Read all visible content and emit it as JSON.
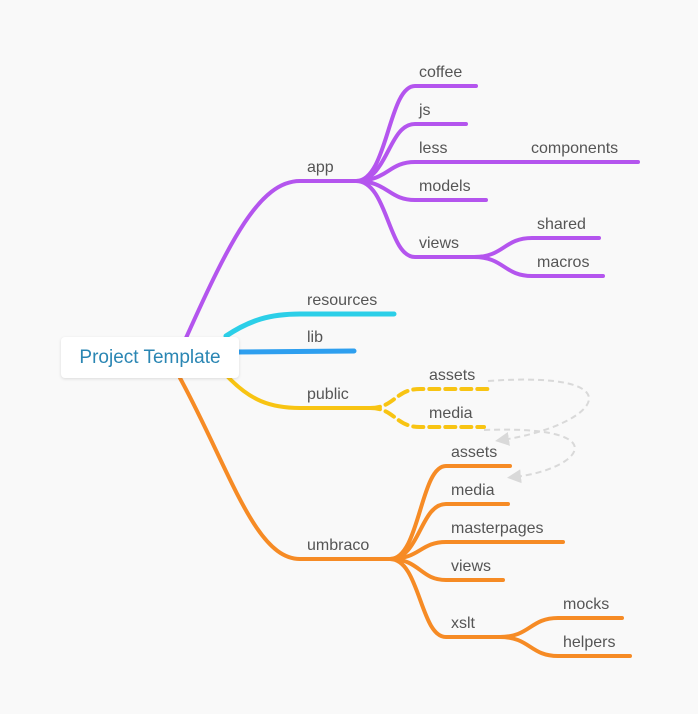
{
  "colors": {
    "app": "#b455ee",
    "resources": "#2ccfe8",
    "lib": "#2e9fef",
    "public": "#f8c413",
    "umbraco": "#f68b25",
    "arrow": "#d9d9d9",
    "text": "#555555",
    "root_text": "#2a86b3"
  },
  "root": {
    "label": "Project Template"
  },
  "app": {
    "label": "app",
    "children": {
      "coffee": "coffee",
      "js": "js",
      "less": "less",
      "components": "components",
      "models": "models",
      "views": "views",
      "shared": "shared",
      "macros": "macros"
    }
  },
  "resources": {
    "label": "resources"
  },
  "lib": {
    "label": "lib"
  },
  "public": {
    "label": "public",
    "children": {
      "assets": "assets",
      "media": "media"
    }
  },
  "umbraco": {
    "label": "umbraco",
    "children": {
      "assets": "assets",
      "media": "media",
      "masterpages": "masterpages",
      "views": "views",
      "xslt": "xslt",
      "mocks": "mocks",
      "helpers": "helpers"
    }
  }
}
